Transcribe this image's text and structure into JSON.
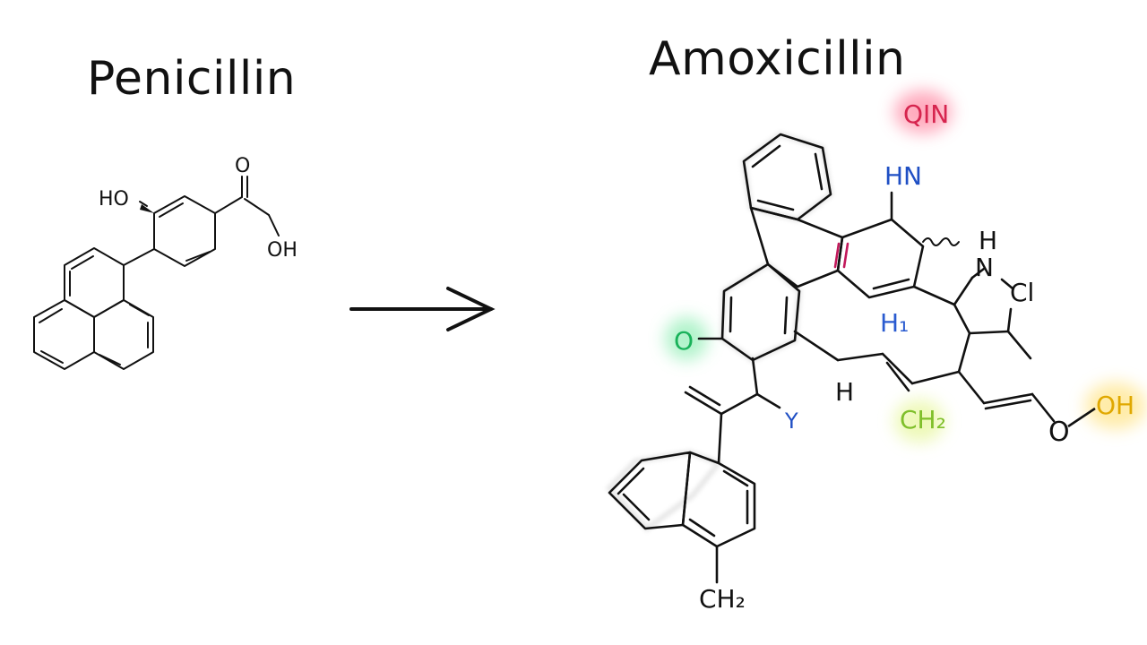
{
  "titles": {
    "left": "Penicillin",
    "right": "Amoxicillin"
  },
  "penicillin": {
    "labels": {
      "ho": "HO",
      "o": "O",
      "oh": "OH"
    }
  },
  "amoxicillin": {
    "labels": {
      "qin": "QIN",
      "hn": "HN",
      "h_top": "H",
      "n": "N",
      "cl": "Cl",
      "h1": "H₁",
      "o_left": "O",
      "h_mid": "H",
      "y": "Y",
      "ch2_mid": "CH₂",
      "o_right": "O",
      "oh": "OH",
      "ch2_bottom": "CH₂"
    },
    "label_colors": {
      "qin": "#d6244e",
      "hn": "#1f4fc4",
      "o_left": "#19b25a",
      "h1": "#2a5bd0",
      "y": "#1f4fc4",
      "ch2_mid": "#7fbf2a",
      "oh": "#e0a800"
    },
    "glow_colors": {
      "qin": "#ff8fa8",
      "o_left": "#9df0bd",
      "ch2_mid": "#e9f7a6",
      "oh": "#ffe89a"
    }
  }
}
